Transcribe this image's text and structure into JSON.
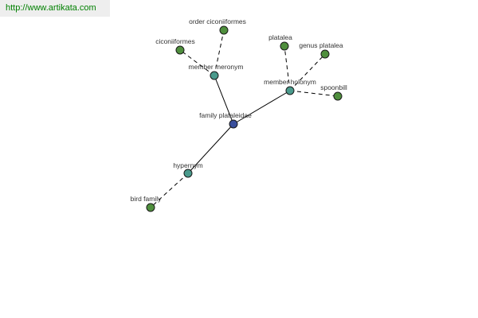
{
  "banner": {
    "url": "http://www.artikata.com"
  },
  "colors": {
    "center_node": "#3a4f9c",
    "relation_node": "#4a9a8c",
    "term_node": "#4f8f3d",
    "edge": "#000000"
  },
  "graph": {
    "nodes": [
      {
        "id": "family-plataleidae",
        "label": "family plataleidae",
        "kind": "center"
      },
      {
        "id": "member-meronym",
        "label": "member meronym",
        "kind": "relation"
      },
      {
        "id": "member-holonym",
        "label": "member holonym",
        "kind": "relation"
      },
      {
        "id": "hypernym",
        "label": "hypernym",
        "kind": "relation"
      },
      {
        "id": "order-ciconiiformes",
        "label": "order ciconiiformes",
        "kind": "term"
      },
      {
        "id": "ciconiiformes",
        "label": "ciconiiformes",
        "kind": "term"
      },
      {
        "id": "platalea",
        "label": "platalea",
        "kind": "term"
      },
      {
        "id": "genus-platalea",
        "label": "genus platalea",
        "kind": "term"
      },
      {
        "id": "spoonbill",
        "label": "spoonbill",
        "kind": "term"
      },
      {
        "id": "bird-family",
        "label": "bird family",
        "kind": "term"
      }
    ],
    "edges": [
      {
        "from": "family-plataleidae",
        "to": "member-meronym",
        "style": "solid"
      },
      {
        "from": "family-plataleidae",
        "to": "member-holonym",
        "style": "solid"
      },
      {
        "from": "family-plataleidae",
        "to": "hypernym",
        "style": "solid"
      },
      {
        "from": "member-meronym",
        "to": "order-ciconiiformes",
        "style": "dashed"
      },
      {
        "from": "member-meronym",
        "to": "ciconiiformes",
        "style": "dashed"
      },
      {
        "from": "member-holonym",
        "to": "platalea",
        "style": "dashed"
      },
      {
        "from": "member-holonym",
        "to": "genus-platalea",
        "style": "dashed"
      },
      {
        "from": "member-holonym",
        "to": "spoonbill",
        "style": "dashed"
      },
      {
        "from": "hypernym",
        "to": "bird-family",
        "style": "dashed"
      }
    ]
  }
}
